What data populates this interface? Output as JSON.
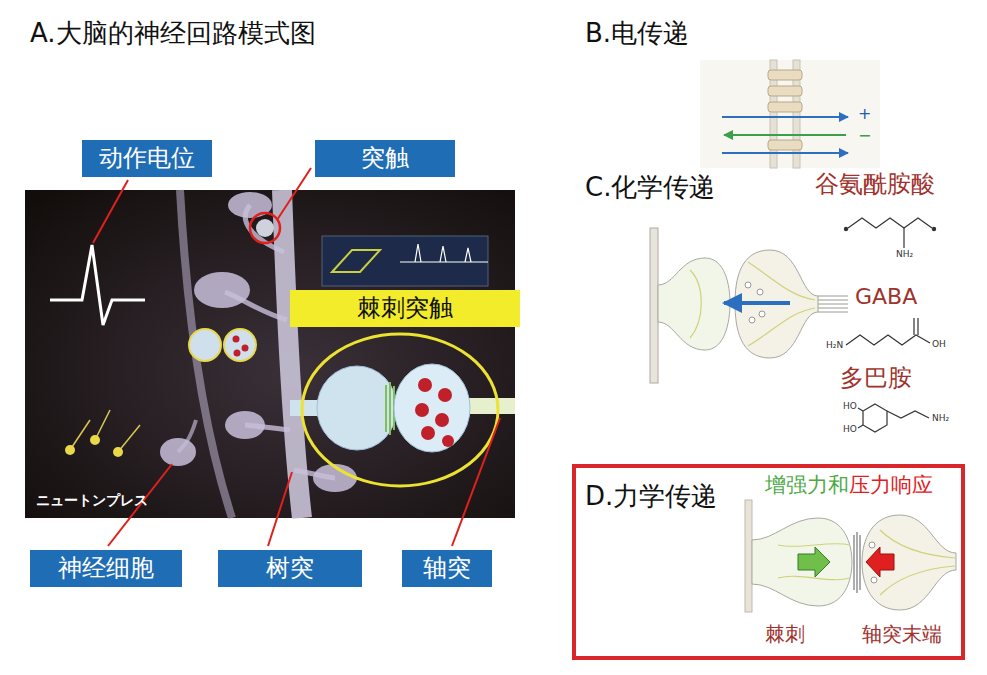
{
  "diagram": {
    "nodes": [
      {
        "text": [
          "动作电位"
        ]
      },
      {
        "text": [
          "突触"
        ]
      },
      {
        "text": [
          "棘刺突触"
        ]
      },
      {
        "text": [
          "神经细胞"
        ]
      },
      {
        "text": [
          "树突"
        ]
      },
      {
        "text": [
          "轴突"
        ]
      },
      {
        "text": [
          "D.力学传递",
          "增强力和",
          "压力响应",
          "棘刺",
          "轴突末端"
        ]
      }
    ],
    "labels": [
      "A.大脑的神经回路模式图",
      "B.电传递",
      "+",
      "−",
      "C.化学传递",
      "谷氨酰胺酸",
      "NH₂",
      "GABA",
      "H₂N",
      "OH",
      "多巴胺",
      "HO",
      "HO",
      "NH₂",
      "ニュートンプレス"
    ]
  }
}
